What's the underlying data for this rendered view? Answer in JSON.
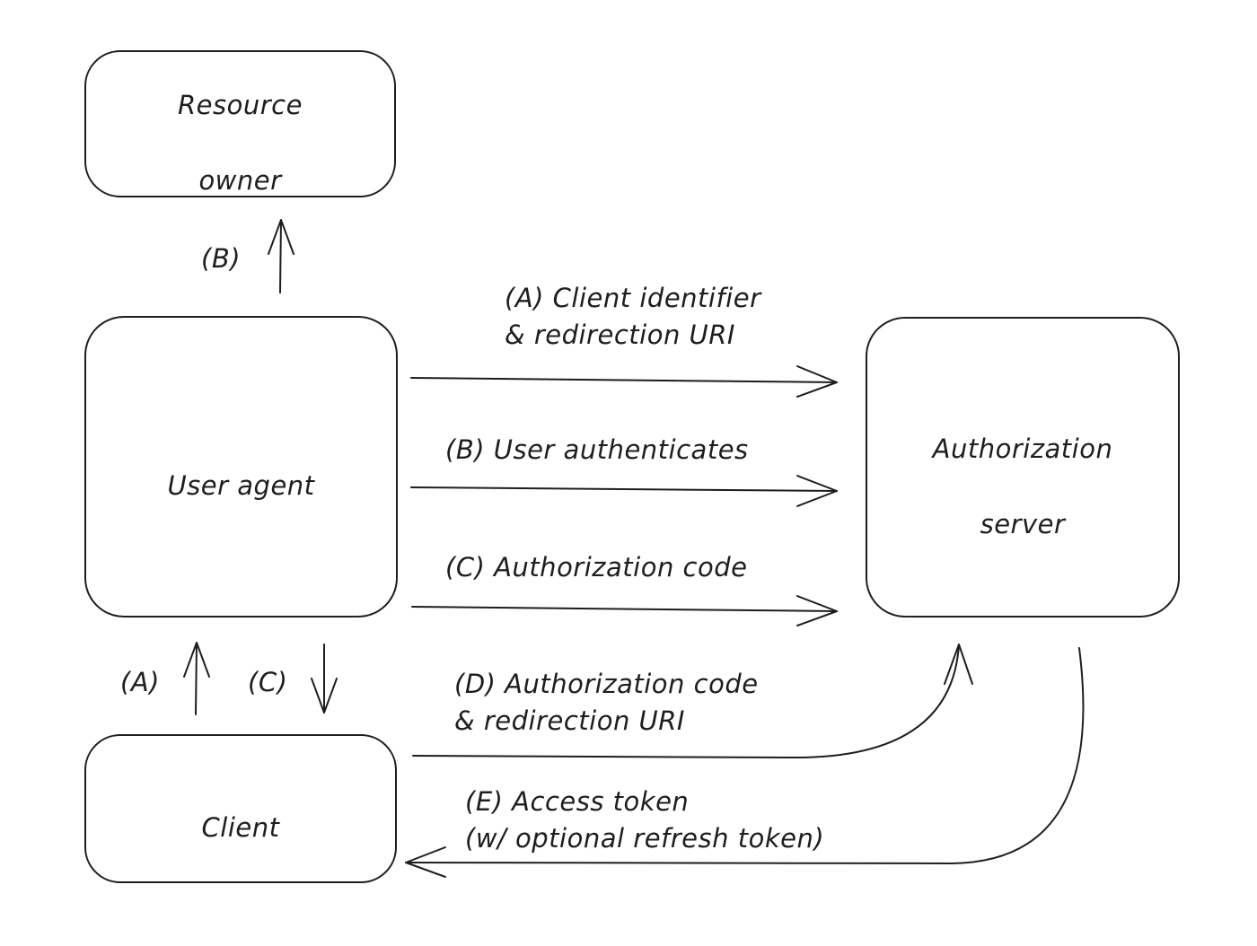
{
  "nodes": {
    "resource_owner": {
      "line1": "Resource",
      "line2": "owner"
    },
    "user_agent": {
      "line1": "User agent"
    },
    "authorization_server": {
      "line1": "Authorization",
      "line2": "server"
    },
    "client": {
      "line1": "Client"
    }
  },
  "edges": {
    "ua_to_owner": {
      "label": "(B)"
    },
    "client_to_ua": {
      "label": "(A)"
    },
    "ua_to_client": {
      "label": "(C)"
    },
    "a_client_identifier": {
      "line1": "(A) Client identifier",
      "line2": "& redirection URI"
    },
    "b_user_authenticates": {
      "line1": "(B) User authenticates"
    },
    "c_authorization_code": {
      "line1": "(C) Authorization code"
    },
    "d_authorization_code": {
      "line1": "(D) Authorization code",
      "line2": "& redirection URI"
    },
    "e_access_token": {
      "line1": "(E) Access token",
      "line2": "(w/ optional refresh token)"
    }
  },
  "colors": {
    "stroke": "#1e1e1e",
    "background": "#ffffff"
  }
}
